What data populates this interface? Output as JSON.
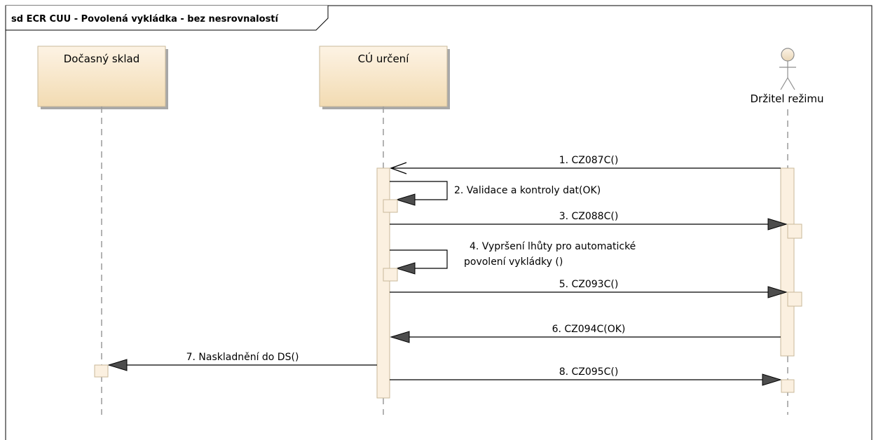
{
  "frame": {
    "title": "sd ECR CUU - Povolená vykládka - bez nesrovnalostí"
  },
  "lifelines": [
    {
      "id": "docasny",
      "label": "Dočasný sklad",
      "kind": "box"
    },
    {
      "id": "cu",
      "label": "CÚ určení",
      "kind": "box"
    },
    {
      "id": "drzitel",
      "label": "Držitel režimu",
      "kind": "actor"
    }
  ],
  "messages": [
    {
      "num": 1,
      "label": "1. CZ087C()",
      "from": "drzitel",
      "to": "cu",
      "style": "open"
    },
    {
      "num": 2,
      "label": "2. Validace a kontroly dat(OK)",
      "from": "cu",
      "to": "cu",
      "style": "filled"
    },
    {
      "num": 3,
      "label": "3. CZ088C()",
      "from": "cu",
      "to": "drzitel",
      "style": "filled"
    },
    {
      "num": 4,
      "label_lines": [
        "4. Vypršení lhůty pro automatické",
        "povolení vykládky ()"
      ],
      "from": "cu",
      "to": "cu",
      "style": "filled"
    },
    {
      "num": 5,
      "label": "5. CZ093C()",
      "from": "cu",
      "to": "drzitel",
      "style": "filled"
    },
    {
      "num": 6,
      "label": "6. CZ094C(OK)",
      "from": "drzitel",
      "to": "cu",
      "style": "filled"
    },
    {
      "num": 7,
      "label": "7. Naskladnění do DS()",
      "from": "cu",
      "to": "docasny",
      "style": "filled"
    },
    {
      "num": 8,
      "label": "8. CZ095C()",
      "from": "cu",
      "to": "drzitel",
      "style": "filled"
    }
  ],
  "colors": {
    "lifeline_fill_top": "#fdf2e2",
    "lifeline_fill_bottom": "#f3dcb4",
    "lifeline_stroke": "#c9b99a",
    "shadow": "#a8a8a8",
    "activation_fill": "#fbf0e0",
    "arrow_filled": "#4d4d4d",
    "line": "#000000",
    "dashed": "#9a9a9a"
  }
}
